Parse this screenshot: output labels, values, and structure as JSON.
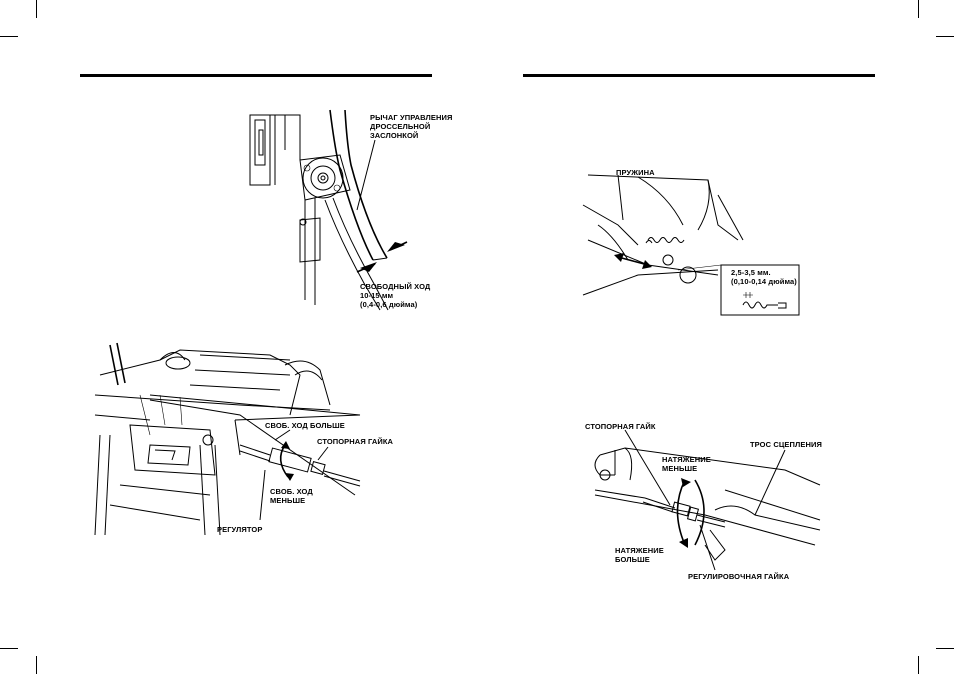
{
  "page": {
    "left": {
      "figure1": {
        "lever_label": [
          "РЫЧАГ УПРАВЛЕНИЯ",
          "ДРОССЕЛЬНОЙ",
          "ЗАСЛОНКОЙ"
        ],
        "freeplay_label": [
          "СВОБОДНЫЙ ХОД",
          "10-15 мм",
          "(0,4-0,6 дюйма)"
        ]
      },
      "figure2": {
        "more_label": "СВОБ. ХОД БОЛЬШЕ",
        "locknut_label": "СТОПОРНАЯ ГАЙКА",
        "less_label": [
          "СВОБ. ХОД",
          "МЕНЬШЕ"
        ],
        "adjuster_label": "РЕГУЛЯТОР"
      }
    },
    "right": {
      "figure3": {
        "spring_label": "ПРУЖИНА",
        "gap_label": [
          "2,5-3,5 мм.",
          "(0,10-0,14 дюйма)"
        ]
      },
      "figure4": {
        "locknut_label": "СТОПОРНАЯ ГАЙК",
        "tension_less_label": [
          "НАТЯЖЕНИЕ",
          "МЕНЬШЕ"
        ],
        "cable_label": "ТРОС СЦЕПЛЕНИЯ",
        "tension_more_label": [
          "НАТЯЖЕНИЕ",
          "БОЛЬШЕ"
        ],
        "adjust_nut_label": "РЕГУЛИРОВОЧНАЯ ГАЙКА"
      }
    }
  }
}
